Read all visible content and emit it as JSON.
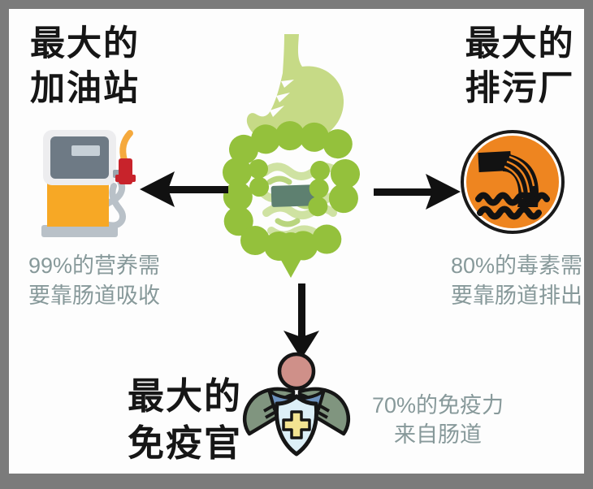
{
  "infographic": {
    "subject": "gut-intestines",
    "sections": {
      "fuel": {
        "title_line1": "最大的",
        "title_line2": "加油站",
        "caption_line1": "99%的营养需",
        "caption_line2": "要靠肠道吸收",
        "icon": "fuel-pump"
      },
      "sewage": {
        "title_line1": "最大的",
        "title_line2": "排污厂",
        "caption_line1": "80%的毒素需",
        "caption_line2": "要靠肠道排出",
        "icon": "sewage-outfall"
      },
      "immune": {
        "title_line1": "最大的",
        "title_line2": "免疫官",
        "caption_line1": "70%的免疫力",
        "caption_line2": "来自肠道",
        "icon": "immune-guard"
      }
    },
    "colors": {
      "frame_gray": "#7b7b7b",
      "canvas": "#fdfdfd",
      "title_black": "#161616",
      "caption_gray_green": "#87999a",
      "colon_green": "#94c13c",
      "stomach_light_green": "#c6da86",
      "intestine_inner_green": "#cfe2a2",
      "gut_dark_patch": "#5e8070",
      "sewage_orange": "#ee8520",
      "pump_orange": "#f7a825",
      "nozzle_red": "#c8232b",
      "pump_gray": "#b9c1c8",
      "screen_gray": "#6e7a85",
      "head_pink": "#cf9089",
      "collar_blue": "#6d92bf",
      "cape_green": "#80957f",
      "shield_blue": "#dceff7",
      "cross_yellow": "#f3e492",
      "arrow_black": "#111111"
    }
  }
}
